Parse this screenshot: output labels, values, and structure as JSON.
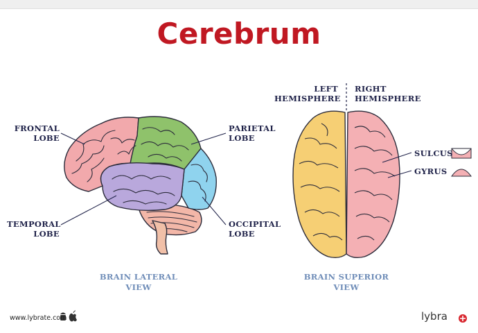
{
  "title": "Cerebrum",
  "lateral": {
    "frontal": [
      "FRONTAL",
      "LOBE"
    ],
    "parietal": [
      "PARIETAL",
      "LOBE"
    ],
    "temporal": [
      "TEMPORAL",
      "LOBE"
    ],
    "occipital": [
      "OCCIPITAL",
      "LOBE"
    ],
    "caption": [
      "BRAIN LATERAL",
      "VIEW"
    ]
  },
  "superior": {
    "left_hemisphere": [
      "LEFT",
      "HEMISPHERE"
    ],
    "right_hemisphere": [
      "RIGHT",
      "HEMISPHERE"
    ],
    "sulcus": "SULCUS",
    "gyrus": "GYRUS",
    "caption": [
      "BRAIN SUPERIOR",
      "VIEW"
    ]
  },
  "footer": {
    "url": "www.lybrate.com",
    "brand": "lybra",
    "icons": [
      "android-icon",
      "apple-icon"
    ]
  },
  "colors": {
    "title": "#c01822",
    "frontal": "#f2a9ac",
    "parietal": "#8fc26b",
    "temporal": "#b9a8dc",
    "occipital": "#8fd3ee",
    "left_hemisphere": "#f6cf74",
    "right_hemisphere": "#f4b0b4",
    "label_text": "#1e2148",
    "caption_text": "#6f8db8"
  }
}
